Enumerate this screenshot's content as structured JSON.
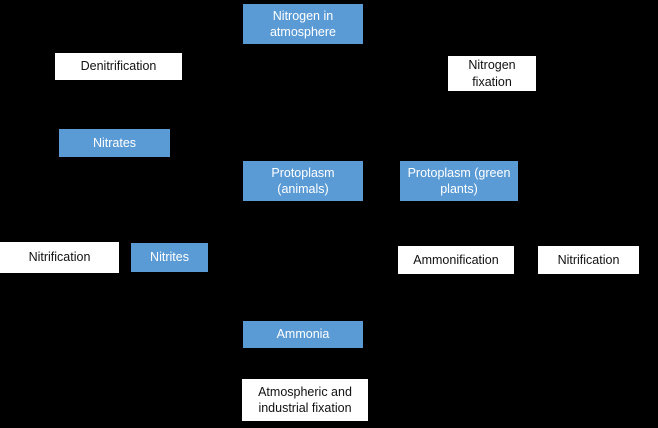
{
  "diagram": {
    "background_color": "#000000",
    "colors": {
      "node_primary": "#5b9bd5",
      "node_primary_text": "#ffffff",
      "node_secondary": "#ffffff",
      "node_secondary_text": "#111111"
    }
  },
  "nodes": {
    "nitrogen_atmosphere": {
      "label": "Nitrogen in atmosphere",
      "style": "blue"
    },
    "denitrification": {
      "label": "Denitrification",
      "style": "white"
    },
    "nitrogen_fixation": {
      "label": "Nitrogen fixation",
      "style": "white"
    },
    "nitrates": {
      "label": "Nitrates",
      "style": "blue"
    },
    "protoplasm_animals": {
      "label": "Protoplasm (animals)",
      "style": "blue"
    },
    "protoplasm_green_plants": {
      "label": "Protoplasm (green plants)",
      "style": "blue"
    },
    "nitrification_left": {
      "label": "Nitrification",
      "style": "white"
    },
    "nitrites": {
      "label": "Nitrites",
      "style": "blue"
    },
    "ammonification": {
      "label": "Ammonification",
      "style": "white"
    },
    "nitrification_right": {
      "label": "Nitrification",
      "style": "white"
    },
    "ammonia": {
      "label": "Ammonia",
      "style": "blue"
    },
    "atmospheric_industrial_fixation": {
      "label": "Atmospheric and industrial fixation",
      "style": "white"
    }
  }
}
